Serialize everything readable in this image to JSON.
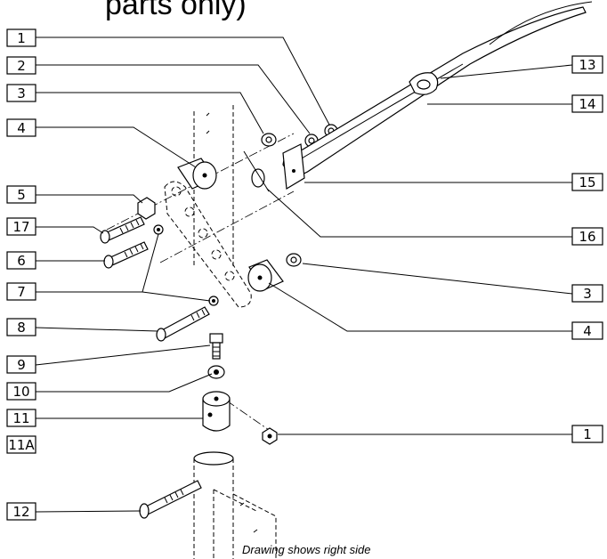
{
  "title": "parts only)",
  "caption": "Drawing shows right side",
  "callouts": {
    "c1a": "1",
    "c2": "2",
    "c3a": "3",
    "c4a": "4",
    "c5": "5",
    "c17": "17",
    "c6": "6",
    "c7": "7",
    "c8": "8",
    "c9": "9",
    "c10": "10",
    "c11": "11",
    "c11a": "11A",
    "c12": "12",
    "c13": "13",
    "c14": "14",
    "c15": "15",
    "c16": "16",
    "c3b": "3",
    "c4b": "4",
    "c1b": "1"
  }
}
